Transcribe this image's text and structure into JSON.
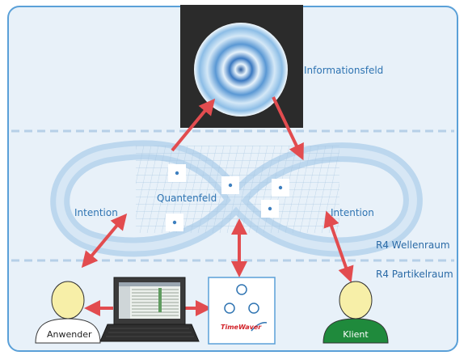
{
  "labels": {
    "informationsfeld": "Informationsfeld",
    "quantenfeld": "Quantenfeld",
    "intention_left": "Intention",
    "intention_right": "Intention",
    "wellenraum": "R4 Wellenraum",
    "partikelraum": "R4 Partikelraum",
    "anwender": "Anwender",
    "klient": "Klient",
    "brand": "TimeWaver"
  },
  "colors": {
    "background": "#e8f1f9",
    "border": "#5aa0d8",
    "dashed": "#b6d0e8",
    "infinity": "#bcd7ee",
    "arrow": "#e24c4f",
    "label": "#2f74b2",
    "anwender_body": "#ffffff",
    "klient_body": "#1f8a3c",
    "head": "#f7efa8",
    "panel_dark": "#2b2b2b",
    "brand": "#d2232a"
  },
  "icons": {
    "field": "radial-wave-icon",
    "person": "person-icon",
    "laptop": "laptop-icon",
    "device": "timewaver-device-icon"
  }
}
